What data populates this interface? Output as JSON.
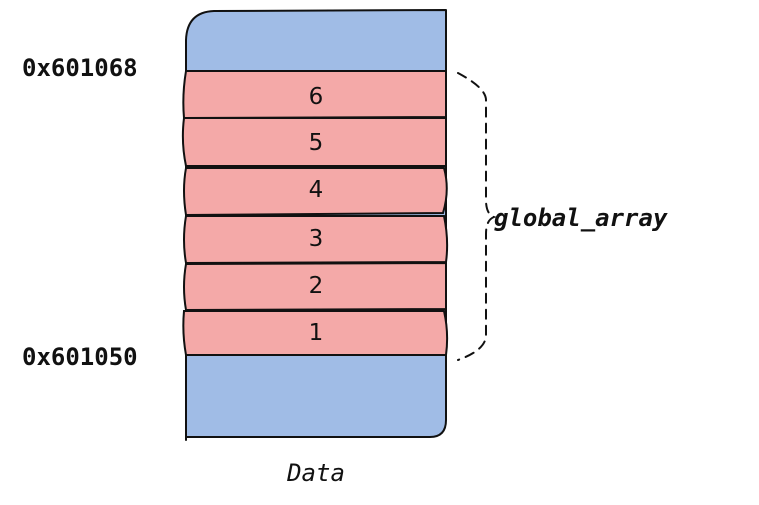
{
  "diagram": {
    "addresses": {
      "top": "0x601068",
      "bottom": "0x601050"
    },
    "cells": [
      "6",
      "5",
      "4",
      "3",
      "2",
      "1"
    ],
    "array_label": "global_array",
    "segment_label": "Data",
    "colors": {
      "segment_fill": "#a0bce6",
      "cell_fill": "#f4a9a8",
      "stroke": "#111111"
    }
  }
}
